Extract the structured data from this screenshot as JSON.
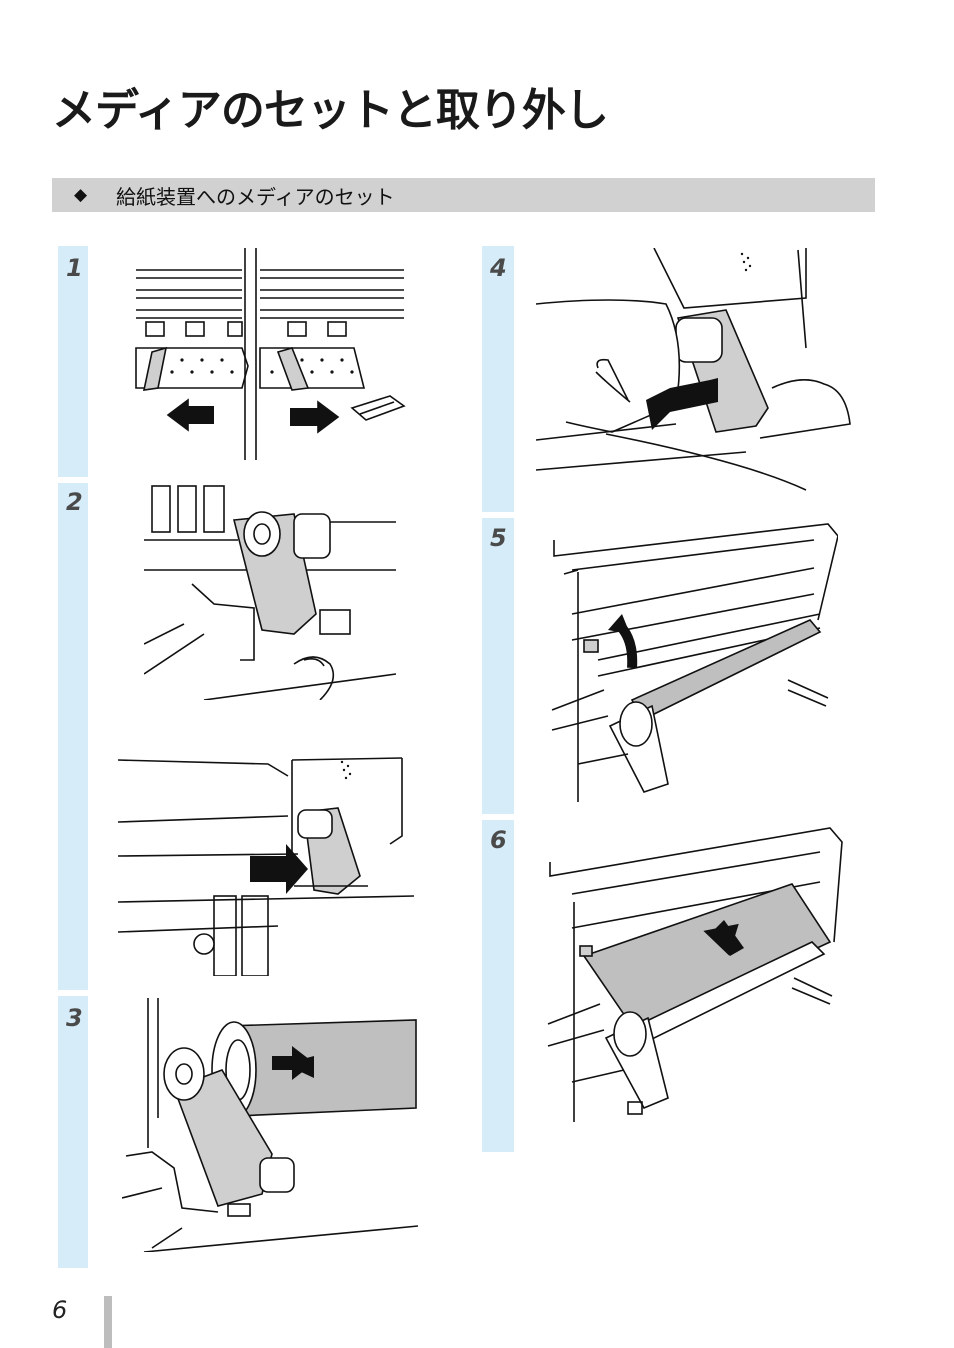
{
  "title": "メディアのセットと取り外し",
  "section": {
    "marker": "◆",
    "heading": "給紙装置へのメディアのセット"
  },
  "steps": [
    {
      "number": "1",
      "illustration": "sliding-guides-outward"
    },
    {
      "number": "2",
      "illustration": "roll-holder-lever-release"
    },
    {
      "number": "3",
      "illustration": "inserting-media-roll"
    },
    {
      "number": "4",
      "illustration": "attaching-roll-holder"
    },
    {
      "number": "5",
      "illustration": "raising-media-lever"
    },
    {
      "number": "6",
      "illustration": "feeding-media-into-printer"
    }
  ],
  "page_number": "6",
  "colors": {
    "strip": "#d6ecf8",
    "section_bar": "#d1d1d1",
    "media_gray": "#bfbfbf"
  }
}
